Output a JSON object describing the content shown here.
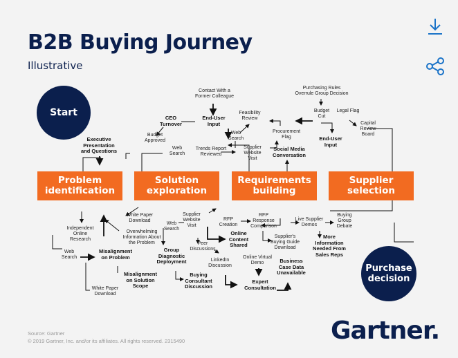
{
  "header": {
    "title": "B2B Buying Journey",
    "subtitle": "Illustrative"
  },
  "toolbar": {
    "download_icon": "download-icon",
    "share_icon": "share-icon"
  },
  "endpoints": {
    "start": "Start",
    "end": "Purchase\ndecision"
  },
  "stages": [
    "Problem\nidentification",
    "Solution\nexploration",
    "Requirements\nbuilding",
    "Supplier\nselection"
  ],
  "nodes": {
    "contact": "Contact With a\nFormer Colleague",
    "ceo": "CEO\nTurnover",
    "end_user_input_1": "End-User\nInput",
    "feasibility": "Feasibility\nReview",
    "budget_approved": "Budget\nApproved",
    "web_search_top": "Web\nSearch",
    "exec_pres": "Executive\nPresentation\nand Questions",
    "web_search_2": "Web\nSearch",
    "trends": "Trends Report\nReviewed",
    "supplier_visit_top": "Supplier\nWebsite\nVisit",
    "social": "Social Media\nConversation",
    "procurement": "Procurement\nFlag",
    "purchasing_rules": "Purchasing Rules\nOverrule Group Decision",
    "budget_cut": "Budget\nCut",
    "legal": "Legal Flag",
    "capital": "Capital\nReview\nBoard",
    "end_user_input_2": "End-User\nInput",
    "independent": "Independent\nOnline\nResearch",
    "web_search_left": "Web\nSearch",
    "white_paper_1": "White Paper\nDownload",
    "overwhelming": "Overwhelming\nInformation About\nthe Problem",
    "misalign_problem": "Misalignment\non Problem",
    "misalign_scope": "Misalignment\non Solution\nScope",
    "white_paper_2": "White Paper\nDownload",
    "web_search_mid": "Web\nSearch",
    "supplier_visit_mid": "Supplier\nWebsite\nVisit",
    "group_diag": "Group\nDiagnostic\nDeployment",
    "peer": "Peer\nDiscussions",
    "buying_consultant": "Buying\nConsultant\nDiscussion",
    "rfp_creation": "RFP\nCreation",
    "online_content": "Online\nContent\nShared",
    "linkedin": "LinkedIn\nDiscussion",
    "rfp_response": "RFP\nResponse\nComparison",
    "guide": "Supplier's\nBuying Guide\nDownload",
    "virtual_demo": "Online Virtual\nDemo",
    "expert": "Expert\nConsultation",
    "business_case": "Business\nCase Data\nUnavailable",
    "live_demos": "Live Supplier\nDemos",
    "group_debate": "Buying\nGroup\nDebate",
    "more_info": "More\nInformation\nNeeded From\nSales Reps"
  },
  "footer": {
    "source": "Source: Gartner",
    "copyright": "© 2019 Gartner, Inc. and/or its affiliates. All rights reserved. 2315490",
    "logo": "Gartner"
  },
  "colors": {
    "navy": "#0b1f4d",
    "orange": "#f26b21",
    "accent_blue": "#1a73c8",
    "background": "#f3f3f3"
  }
}
